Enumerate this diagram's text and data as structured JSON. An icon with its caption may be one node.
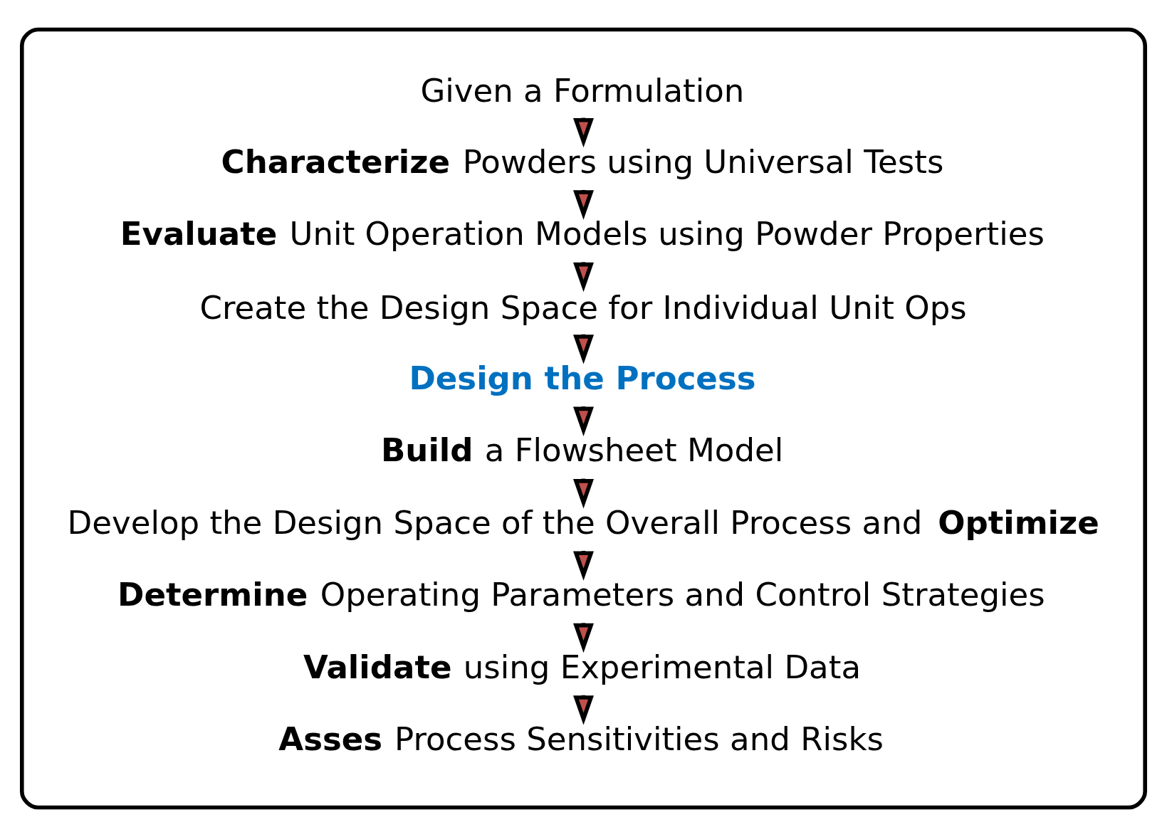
{
  "diagram": {
    "nodes": [
      {
        "text": [],
        "shape": "box"
      },
      {
        "text": [
          "Given a Formulation"
        ],
        "in": 0
      },
      {
        "text": [
          "**Characterize** Powders using Universal Tests"
        ],
        "in": 0
      },
      {
        "text": [
          "**Evaluate** Unit Operation Models using Powder Properties"
        ],
        "in": 0
      },
      {
        "text": [
          "Create the Design Space for Individual Unit Ops"
        ],
        "in": 0
      },
      {
        "text": [
          "Design the Process"
        ],
        "in": 0
      },
      {
        "text": [
          "**Build** a Flowsheet Model"
        ],
        "in": 0
      },
      {
        "text": [
          "Develop the Design Space of the Overall Process and **Optimize**"
        ],
        "in": 0
      },
      {
        "text": [
          "**Determine** Operating Parameters and Control Strategies"
        ],
        "in": 0
      },
      {
        "text": [
          "**Validate** using Experimental Data"
        ],
        "in": 0
      },
      {
        "text": [
          "**Asses** Process Sensitivities and Risks"
        ],
        "in": 0
      }
    ],
    "edges": [
      {
        "from": 1,
        "to": 2,
        "arrow": "to"
      },
      {
        "from": 2,
        "to": 3,
        "arrow": "to"
      },
      {
        "from": 3,
        "to": 4,
        "arrow": "to"
      },
      {
        "from": 4,
        "to": 5,
        "arrow": "to"
      },
      {
        "from": 5,
        "to": 6,
        "arrow": "to"
      },
      {
        "from": 6,
        "to": 7,
        "arrow": "to"
      },
      {
        "from": 7,
        "to": 8,
        "arrow": "to"
      },
      {
        "from": 8,
        "to": 9,
        "arrow": "to"
      },
      {
        "from": 9,
        "to": 10,
        "arrow": "to"
      }
    ]
  }
}
